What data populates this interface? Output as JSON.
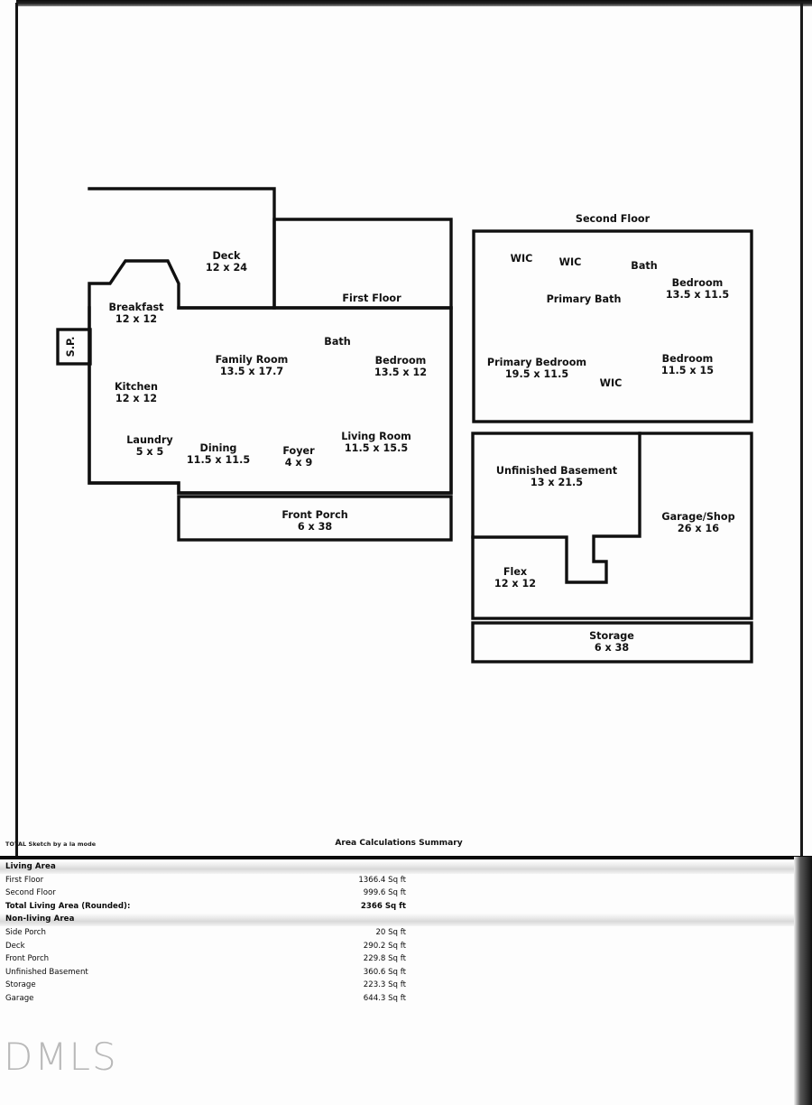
{
  "document": {
    "watermark": "DMLS",
    "brand": "TOTAL Sketch by a la mode",
    "summary_title": "Area Calculations Summary"
  },
  "floors": {
    "first": {
      "title": "First Floor",
      "rooms": [
        {
          "name": "Deck",
          "dim": "12 x 24"
        },
        {
          "name": "Breakfast",
          "dim": "12 x 12"
        },
        {
          "name": "S.P.",
          "dim": ""
        },
        {
          "name": "Kitchen",
          "dim": "12 x 12"
        },
        {
          "name": "Family Room",
          "dim": "13.5 x 17.7"
        },
        {
          "name": "Bath",
          "dim": ""
        },
        {
          "name": "Bedroom",
          "dim": "13.5 x 12"
        },
        {
          "name": "Laundry",
          "dim": "5 x 5"
        },
        {
          "name": "Dining",
          "dim": "11.5 x 11.5"
        },
        {
          "name": "Foyer",
          "dim": "4 x 9"
        },
        {
          "name": "Living Room",
          "dim": "11.5 x 15.5"
        },
        {
          "name": "Front Porch",
          "dim": "6 x 38"
        }
      ]
    },
    "second": {
      "title": "Second Floor",
      "rooms": [
        {
          "name": "WIC",
          "dim": ""
        },
        {
          "name": "WIC",
          "dim": ""
        },
        {
          "name": "Bath",
          "dim": ""
        },
        {
          "name": "Primary Bath",
          "dim": ""
        },
        {
          "name": "Bedroom",
          "dim": "13.5 x 11.5"
        },
        {
          "name": "Primary Bedroom",
          "dim": "19.5 x 11.5"
        },
        {
          "name": "WIC",
          "dim": ""
        },
        {
          "name": "Bedroom",
          "dim": "11.5 x 15"
        }
      ]
    },
    "basement": {
      "title": "",
      "rooms": [
        {
          "name": "Unfinished Basement",
          "dim": "13 x 21.5"
        },
        {
          "name": "Garage/Shop",
          "dim": "26 x 16"
        },
        {
          "name": "Flex",
          "dim": "12 x 12"
        },
        {
          "name": "Storage",
          "dim": "6 x 38"
        }
      ]
    }
  },
  "labels": {
    "first_floor_title": "First Floor",
    "second_floor_title": "Second Floor",
    "deck_name": "Deck",
    "deck_dim": "12 x 24",
    "breakfast_name": "Breakfast",
    "breakfast_dim": "12 x 12",
    "sideporch_name": "S.P.",
    "kitchen_name": "Kitchen",
    "kitchen_dim": "12 x 12",
    "family_name": "Family Room",
    "family_dim": "13.5 x 17.7",
    "bath1_name": "Bath",
    "bedroom1_name": "Bedroom",
    "bedroom1_dim": "13.5 x 12",
    "laundry_name": "Laundry",
    "laundry_dim": "5 x 5",
    "dining_name": "Dining",
    "dining_dim": "11.5 x 11.5",
    "foyer_name": "Foyer",
    "foyer_dim": "4 x 9",
    "living_name": "Living Room",
    "living_dim": "11.5 x 15.5",
    "frontporch_name": "Front Porch",
    "frontporch_dim": "6 x 38",
    "wic1_name": "WIC",
    "wic2_name": "WIC",
    "bath2_name": "Bath",
    "primarybath_name": "Primary Bath",
    "bedroom2_name": "Bedroom",
    "bedroom2_dim": "13.5 x 11.5",
    "primarybed_name": "Primary Bedroom",
    "primarybed_dim": "19.5 x 11.5",
    "wic3_name": "WIC",
    "bedroom3_name": "Bedroom",
    "bedroom3_dim": "11.5 x 15",
    "unfbasement_name": "Unfinished Basement",
    "unfbasement_dim": "13 x 21.5",
    "garage_name": "Garage/Shop",
    "garage_dim": "26 x 16",
    "flex_name": "Flex",
    "flex_dim": "12 x 12",
    "storage_name": "Storage",
    "storage_dim": "6 x 38"
  },
  "summary": {
    "brand": "TOTAL Sketch by a la mode",
    "title": "Area Calculations Summary",
    "sections": [
      {
        "heading": "Living Area",
        "rows": [
          {
            "label": "First Floor",
            "value": "1366.4 Sq ft",
            "bold": false
          },
          {
            "label": "Second Floor",
            "value": "999.6 Sq ft",
            "bold": false
          },
          {
            "label": "Total Living Area (Rounded):",
            "value": "2366 Sq ft",
            "bold": true
          }
        ]
      },
      {
        "heading": "Non-living Area",
        "rows": [
          {
            "label": "Side Porch",
            "value": "20 Sq ft",
            "bold": false
          },
          {
            "label": "Deck",
            "value": "290.2 Sq ft",
            "bold": false
          },
          {
            "label": "Front Porch",
            "value": "229.8 Sq ft",
            "bold": false
          },
          {
            "label": "Unfinished Basement",
            "value": "360.6 Sq ft",
            "bold": false
          },
          {
            "label": "Storage",
            "value": "223.3 Sq ft",
            "bold": false
          },
          {
            "label": "Garage",
            "value": "644.3 Sq ft",
            "bold": false
          }
        ]
      }
    ],
    "rows_flat": {
      "s1_heading": "Living Area",
      "s1_r1_label": "First Floor",
      "s1_r1_value": "1366.4 Sq ft",
      "s1_r2_label": "Second Floor",
      "s1_r2_value": "999.6 Sq ft",
      "s1_r3_label": "Total Living Area (Rounded):",
      "s1_r3_value": "2366 Sq ft",
      "s2_heading": "Non-living Area",
      "s2_r1_label": "Side Porch",
      "s2_r1_value": "20 Sq ft",
      "s2_r2_label": "Deck",
      "s2_r2_value": "290.2 Sq ft",
      "s2_r3_label": "Front Porch",
      "s2_r3_value": "229.8 Sq ft",
      "s2_r4_label": "Unfinished Basement",
      "s2_r4_value": "360.6 Sq ft",
      "s2_r5_label": "Storage",
      "s2_r5_value": "223.3 Sq ft",
      "s2_r6_label": "Garage",
      "s2_r6_value": "644.3 Sq ft"
    }
  },
  "colors": {
    "ink": "#101010",
    "paper": "#ffffff",
    "watermark": "#b9b9b9"
  }
}
